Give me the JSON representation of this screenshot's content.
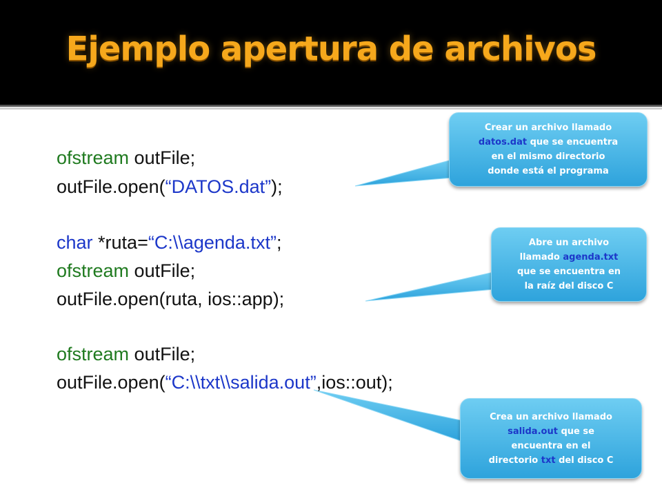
{
  "slide": {
    "title": "Ejemplo apertura de archivos"
  },
  "code": {
    "block1": {
      "line1": {
        "keyword": "ofstream",
        "rest": " outFile;"
      },
      "line2": {
        "pre": "outFile.open(",
        "str": "“DATOS.dat”",
        "post": ");"
      }
    },
    "block2": {
      "line1": {
        "keyword": "char",
        "mid": " *ruta=",
        "str": "“C:\\\\agenda.txt”",
        "post": ";"
      },
      "line2": {
        "keyword": "ofstream",
        "rest": " outFile;"
      },
      "line3": {
        "text": "outFile.open(ruta, ios::app);"
      }
    },
    "block3": {
      "line1": {
        "keyword": "ofstream",
        "rest": " outFile;"
      },
      "line2": {
        "pre": "outFile.open(",
        "str": "“C:\\\\txt\\\\salida.out”",
        "post": ",ios::out);"
      }
    }
  },
  "callouts": {
    "c1": {
      "l1": "Crear un archivo llamado",
      "hl": "datos.dat",
      "l2": " que se encuentra",
      "l3": "en el mismo directorio",
      "l4": "donde está el programa"
    },
    "c2": {
      "l1": "Abre un archivo",
      "pre": "llamado ",
      "hl": "agenda.txt",
      "l3": "que se encuentra en",
      "l4": "la raíz del disco C"
    },
    "c3": {
      "l1": "Crea un archivo llamado",
      "hl": "salida.out",
      "post": " que se",
      "l3": "encuentra en el",
      "pre4": "directorio ",
      "hl4": "txt",
      "post4": " del disco C"
    }
  },
  "colors": {
    "title": "#f6a81c",
    "keyword": "#1f7a1f",
    "string": "#1c37c9",
    "callout": "#2ea3dc"
  }
}
